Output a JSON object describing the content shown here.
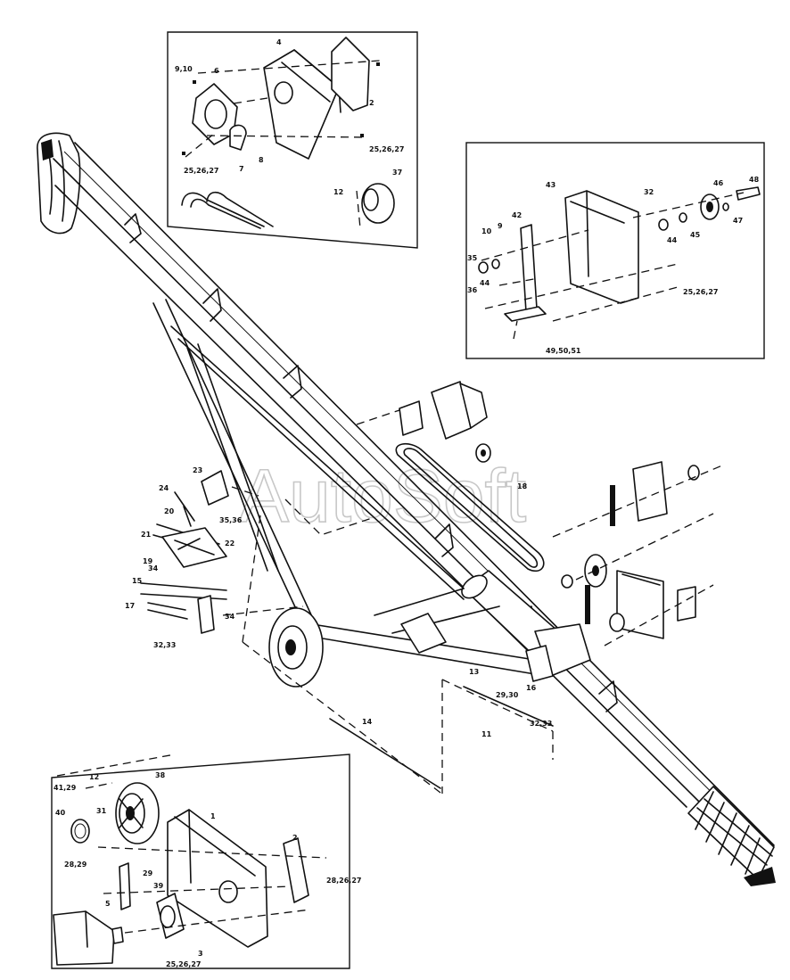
{
  "watermark": "AutoSoft",
  "inset_top": {
    "labels": [
      "9,10",
      "6",
      "4",
      "2",
      "8",
      "7",
      "25,26,27",
      "25,26,27",
      "12",
      "37"
    ]
  },
  "inset_right": {
    "labels": [
      "43",
      "32",
      "46",
      "48",
      "10",
      "9",
      "42",
      "44",
      "45",
      "47",
      "35",
      "44",
      "36",
      "25,26,27",
      "49,50,51"
    ]
  },
  "main": {
    "labels": [
      "23",
      "24",
      "20",
      "35,36",
      "21",
      "22",
      "19",
      "34",
      "15",
      "17",
      "34",
      "32,33",
      "18",
      "13",
      "29,30",
      "16",
      "32,33",
      "14",
      "11"
    ]
  },
  "inset_bottom": {
    "labels": [
      "12",
      "38",
      "41,29",
      "31",
      "40",
      "1",
      "2",
      "28,29",
      "29",
      "5",
      "39",
      "28,26,27",
      "3",
      "25,26,27"
    ]
  }
}
